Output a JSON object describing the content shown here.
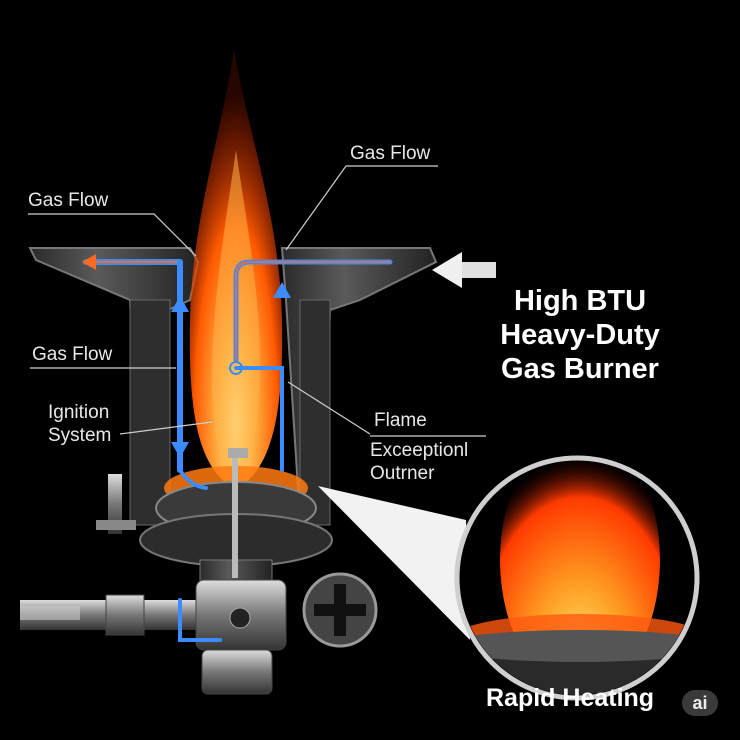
{
  "labels": {
    "gas_flow_top_left": "Gas Flow",
    "gas_flow_top_right": "Gas Flow",
    "gas_flow_mid": "Gas Flow",
    "ignition_line1": "Ignition",
    "ignition_line2": "System",
    "flame": "Flame",
    "exception_line1": "Exceeptionl",
    "exception_line2": "Outrner"
  },
  "title": {
    "line1": "High BTU",
    "line2": "Heavy-Duty",
    "line3": "Gas Burner"
  },
  "inset": {
    "caption": "Rapid Heating"
  },
  "badge": "ai",
  "colors": {
    "flame_outer": "#ff4a00",
    "flame_core": "#ffb347",
    "gas_flow_arrow": "#3b8cff",
    "housing": "#3a3a3a",
    "background": "#000000"
  },
  "icons": {
    "input_arrow": "arrow-left-icon",
    "gas_flow": "arrow-up-down-icon",
    "valve_knob": "cross-knob-icon"
  }
}
